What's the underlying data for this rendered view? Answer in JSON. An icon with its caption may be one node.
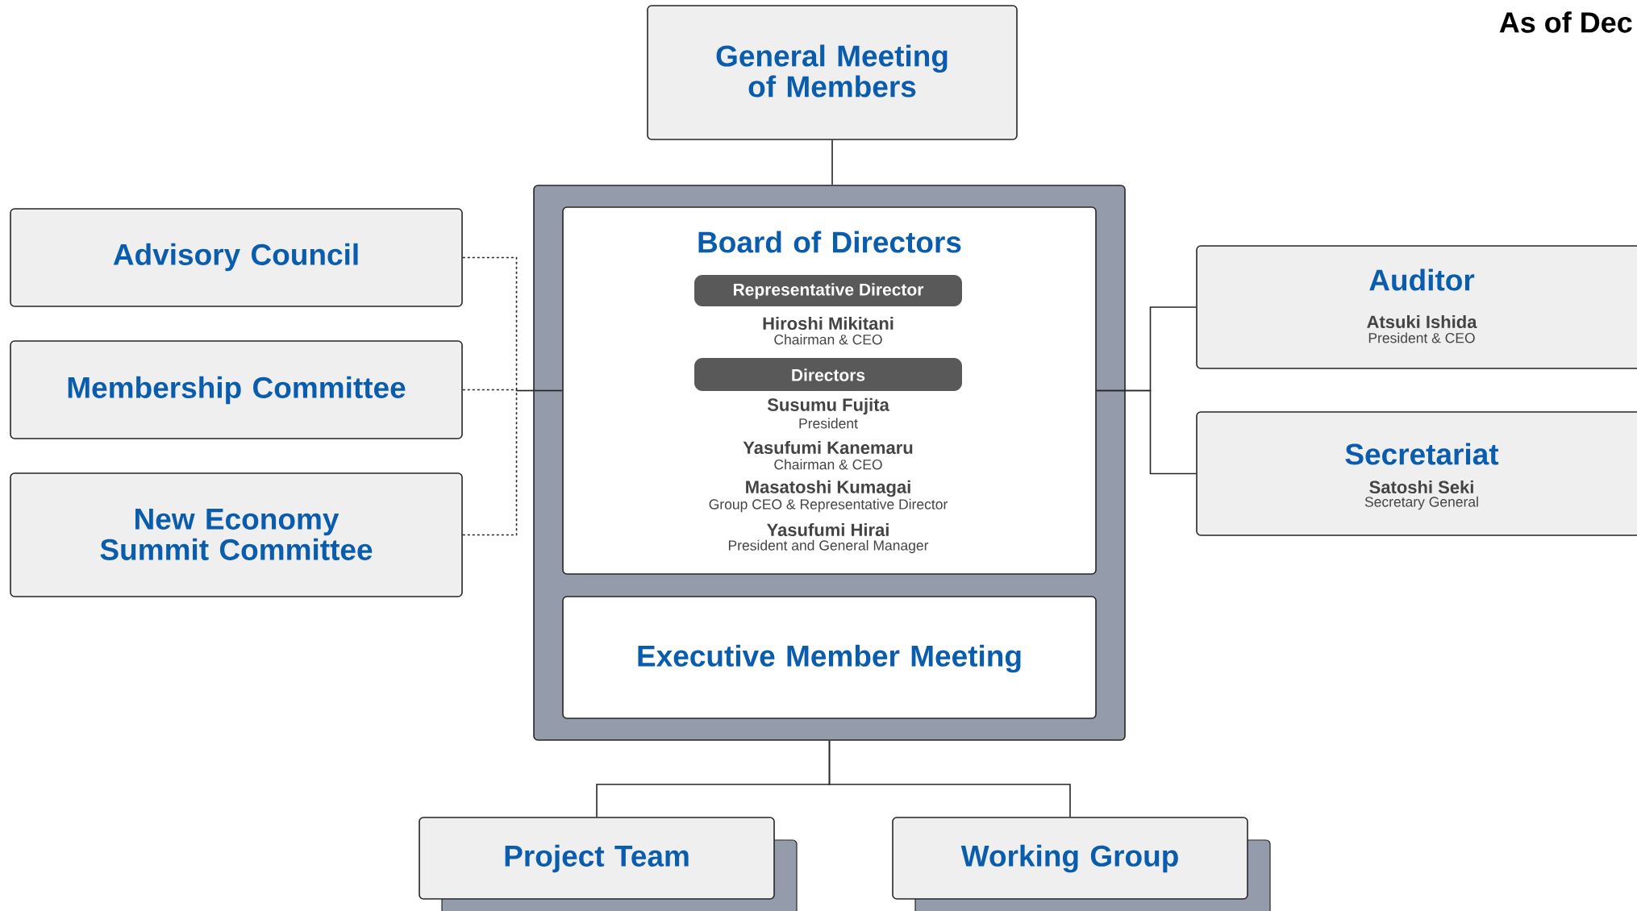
{
  "diagram": {
    "nodes": [
      {
        "text": [
          "General Meeting of Members"
        ]
      },
      {
        "text": [],
        "shape": "box"
      },
      {
        "text": [
          "Board of Directors"
        ],
        "in": 1
      },
      {
        "text": [
          "Representative Director"
        ],
        "in": 2,
        "beside": [
          "Hiroshi Mikitani",
          "Chairman & CEO"
        ]
      },
      {
        "text": [
          "Directors"
        ],
        "in": 2,
        "beside": [
          "Susumu Fujita",
          "President",
          "Yasufumi Kanemaru",
          "Chairman & CEO",
          "Masatoshi Kumagai",
          "Group CEO & Representative Director",
          "Yasufumi Hirai",
          "President and General Manager"
        ]
      },
      {
        "text": [
          "Executive Member Meeting"
        ],
        "in": 1
      },
      {
        "text": [
          "Advisory Council"
        ]
      },
      {
        "text": [
          "Membership Committee"
        ]
      },
      {
        "text": [
          "New Economy Summit Committee"
        ]
      },
      {
        "text": [
          "Auditor",
          "Atsuki Ishida",
          "President & CEO"
        ]
      },
      {
        "text": [
          "Secretariat",
          "Satoshi Seki",
          "Secretary General"
        ]
      },
      {
        "text": [
          "Project Team"
        ]
      },
      {
        "text": [
          "Working Group"
        ]
      }
    ],
    "edges": [
      {
        "from": 0,
        "to": 1,
        "arrow": "none"
      },
      {
        "from": 6,
        "to": 2,
        "arrow": "none",
        "style": "dashed"
      },
      {
        "from": 7,
        "to": 2,
        "arrow": "none",
        "style": "dashed"
      },
      {
        "from": 8,
        "to": 2,
        "arrow": "none",
        "style": "dashed"
      },
      {
        "from": 2,
        "to": 9,
        "arrow": "none"
      },
      {
        "from": 2,
        "to": 10,
        "arrow": "none"
      },
      {
        "from": 1,
        "to": 11,
        "arrow": "none"
      },
      {
        "from": 1,
        "to": 12,
        "arrow": "none"
      }
    ],
    "labels": [
      "As of Dec"
    ]
  }
}
